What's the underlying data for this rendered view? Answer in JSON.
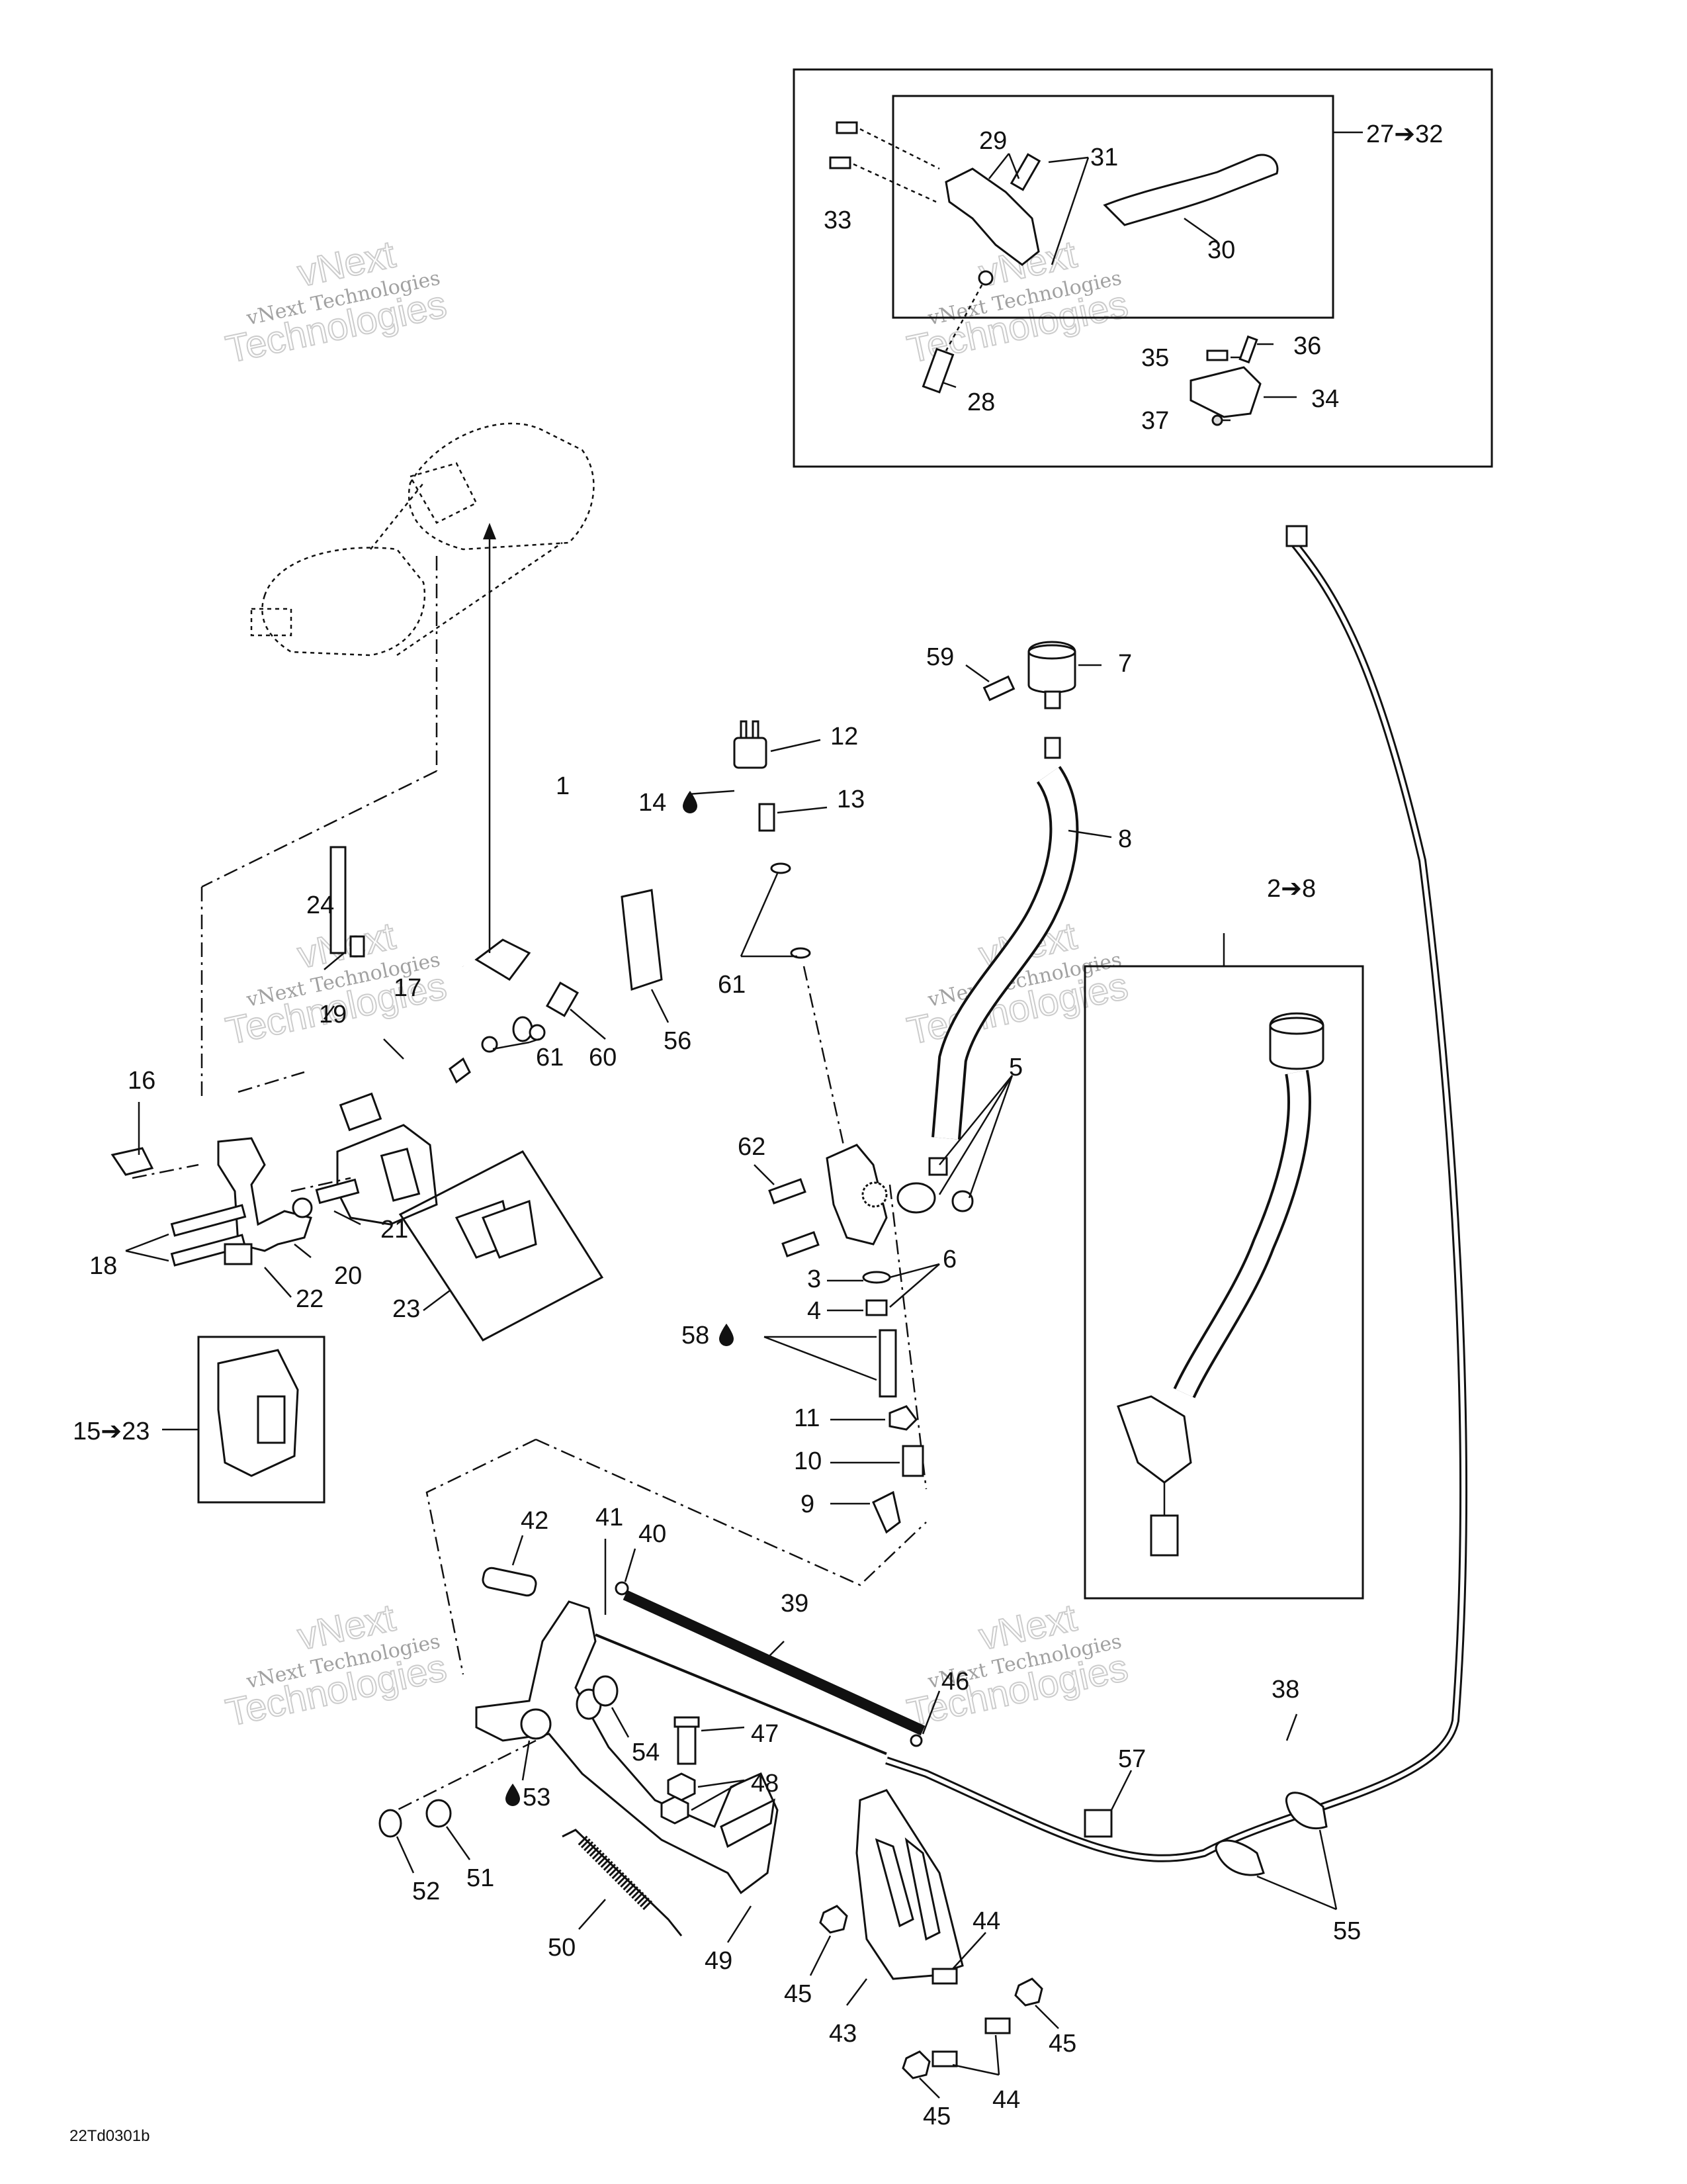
{
  "callouts": [
    {
      "id": "c1",
      "text": "1"
    },
    {
      "id": "c2to8",
      "text": "2➔8"
    },
    {
      "id": "c3",
      "text": "3"
    },
    {
      "id": "c4",
      "text": "4"
    },
    {
      "id": "c5",
      "text": "5"
    },
    {
      "id": "c6",
      "text": "6"
    },
    {
      "id": "c7",
      "text": "7"
    },
    {
      "id": "c8",
      "text": "8"
    },
    {
      "id": "c9",
      "text": "9"
    },
    {
      "id": "c10",
      "text": "10"
    },
    {
      "id": "c11",
      "text": "11"
    },
    {
      "id": "c12",
      "text": "12"
    },
    {
      "id": "c13",
      "text": "13"
    },
    {
      "id": "c14",
      "text": "14"
    },
    {
      "id": "c15to23",
      "text": "15➔23"
    },
    {
      "id": "c16",
      "text": "16"
    },
    {
      "id": "c17",
      "text": "17"
    },
    {
      "id": "c18",
      "text": "18"
    },
    {
      "id": "c19",
      "text": "19"
    },
    {
      "id": "c20",
      "text": "20"
    },
    {
      "id": "c21",
      "text": "21"
    },
    {
      "id": "c22",
      "text": "22"
    },
    {
      "id": "c23",
      "text": "23"
    },
    {
      "id": "c24",
      "text": "24"
    },
    {
      "id": "c27to32",
      "text": "27➔32"
    },
    {
      "id": "c28",
      "text": "28"
    },
    {
      "id": "c29",
      "text": "29"
    },
    {
      "id": "c30",
      "text": "30"
    },
    {
      "id": "c31",
      "text": "31"
    },
    {
      "id": "c33",
      "text": "33"
    },
    {
      "id": "c34",
      "text": "34"
    },
    {
      "id": "c35",
      "text": "35"
    },
    {
      "id": "c36",
      "text": "36"
    },
    {
      "id": "c37",
      "text": "37"
    },
    {
      "id": "c38",
      "text": "38"
    },
    {
      "id": "c39",
      "text": "39"
    },
    {
      "id": "c40",
      "text": "40"
    },
    {
      "id": "c41",
      "text": "41"
    },
    {
      "id": "c42",
      "text": "42"
    },
    {
      "id": "c43",
      "text": "43"
    },
    {
      "id": "c44a",
      "text": "44"
    },
    {
      "id": "c44b",
      "text": "44"
    },
    {
      "id": "c45a",
      "text": "45"
    },
    {
      "id": "c45b",
      "text": "45"
    },
    {
      "id": "c45c",
      "text": "45"
    },
    {
      "id": "c46",
      "text": "46"
    },
    {
      "id": "c47",
      "text": "47"
    },
    {
      "id": "c48",
      "text": "48"
    },
    {
      "id": "c49",
      "text": "49"
    },
    {
      "id": "c50",
      "text": "50"
    },
    {
      "id": "c51",
      "text": "51"
    },
    {
      "id": "c52",
      "text": "52"
    },
    {
      "id": "c53",
      "text": "53"
    },
    {
      "id": "c54",
      "text": "54"
    },
    {
      "id": "c55",
      "text": "55"
    },
    {
      "id": "c56",
      "text": "56"
    },
    {
      "id": "c57",
      "text": "57"
    },
    {
      "id": "c58",
      "text": "58"
    },
    {
      "id": "c59",
      "text": "59"
    },
    {
      "id": "c60",
      "text": "60"
    },
    {
      "id": "c61a",
      "text": "61"
    },
    {
      "id": "c61b",
      "text": "61"
    },
    {
      "id": "c62",
      "text": "62"
    }
  ],
  "watermark": {
    "line1": "vNext Technologies",
    "line2": "vNext",
    "line3": "Technologies"
  },
  "figure_code": "22Td0301b",
  "icons": {
    "oil_drop": "oil-drop-icon",
    "arrow": "right-arrow-glyph"
  }
}
